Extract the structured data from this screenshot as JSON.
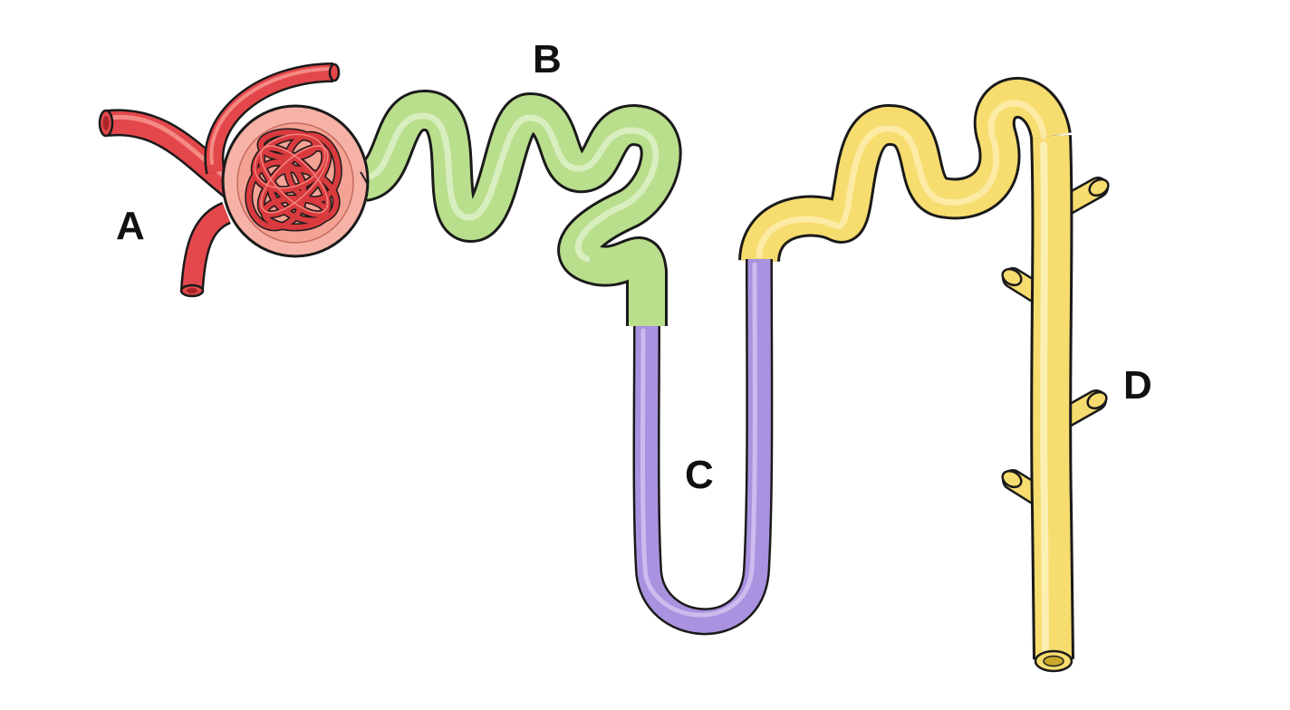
{
  "labels": {
    "a": "A",
    "b": "B",
    "c": "C",
    "d": "D"
  },
  "colors": {
    "outline": "#1a1a1a",
    "vessel": "#e4474b",
    "vessel_highlight": "#f58a85",
    "capsule": "#f6b2a6",
    "proximal_tubule": "#b9de8c",
    "proximal_tubule_highlight": "#dcefc4",
    "loop": "#a992df",
    "loop_highlight": "#cfc0ee",
    "distal_tubule": "#f7dc6f",
    "distal_tubule_highlight": "#fcefb2"
  },
  "parts": [
    {
      "key": "a",
      "structure": "glomerulus-with-capsule"
    },
    {
      "key": "b",
      "structure": "convoluted-tubule-green"
    },
    {
      "key": "c",
      "structure": "u-shaped-loop-purple"
    },
    {
      "key": "d",
      "structure": "branched-duct-yellow"
    }
  ]
}
